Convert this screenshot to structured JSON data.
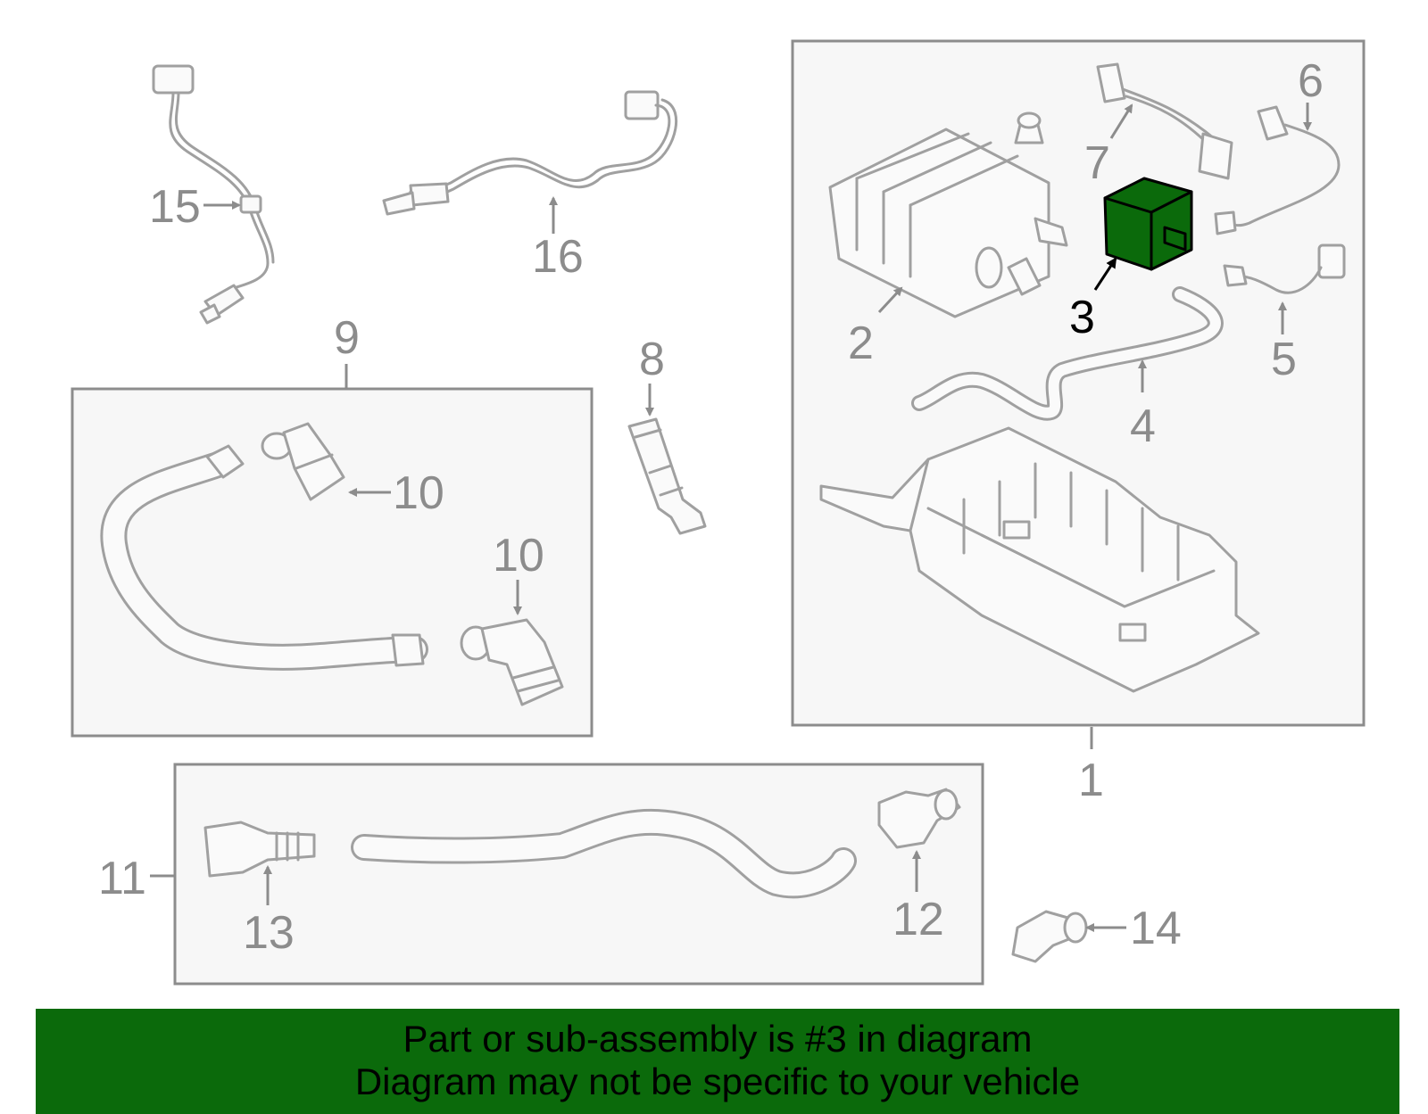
{
  "callouts": {
    "c1": "1",
    "c2": "2",
    "c3": "3",
    "c4": "4",
    "c5": "5",
    "c6": "6",
    "c7": "7",
    "c8": "8",
    "c9": "9",
    "c10a": "10",
    "c10b": "10",
    "c11": "11",
    "c12": "12",
    "c13": "13",
    "c14": "14",
    "c15": "15",
    "c16": "16"
  },
  "highlight_part": "3",
  "banner": {
    "line1": "Part or sub-assembly is #3 in diagram",
    "line2": "Diagram may not be specific to your vehicle"
  },
  "colors": {
    "highlight": "#0b6a0b",
    "line_art": "#a0a0a0",
    "box_fill": "#f7f7f7"
  }
}
